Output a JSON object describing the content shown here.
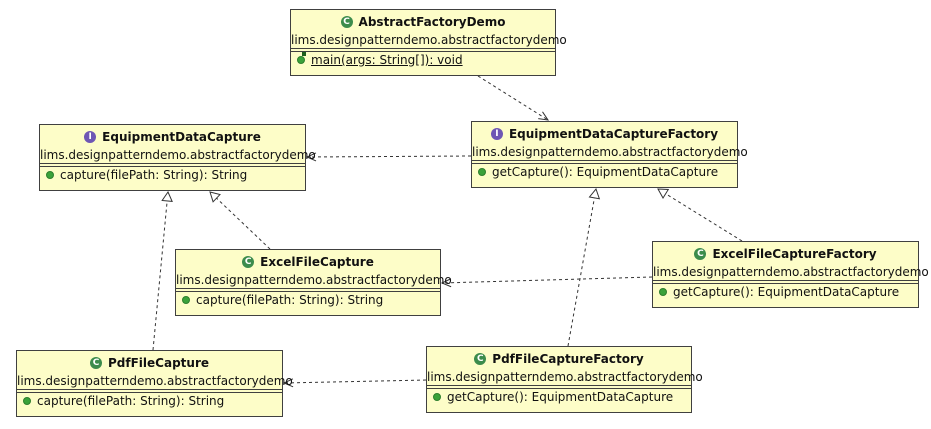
{
  "boxes": [
    {
      "id": "abstractFactoryDemo",
      "kind": "class",
      "name": "AbstractFactoryDemo",
      "package": "lims.designpatterndemo.abstractfactorydemo",
      "members": [
        {
          "text": " main(args: String[]): void",
          "static": true
        }
      ]
    },
    {
      "id": "equipmentDataCapture",
      "kind": "interface",
      "name": "EquipmentDataCapture",
      "package": "lims.designpatterndemo.abstractfactorydemo",
      "members": [
        {
          "text": "capture(filePath: String): String",
          "static": false
        }
      ]
    },
    {
      "id": "equipmentDataCaptureFactory",
      "kind": "interface",
      "name": "EquipmentDataCaptureFactory",
      "package": "lims.designpatterndemo.abstractfactorydemo",
      "members": [
        {
          "text": "getCapture(): EquipmentDataCapture",
          "static": false
        }
      ]
    },
    {
      "id": "excelFileCapture",
      "kind": "class",
      "name": "ExcelFileCapture",
      "package": "lims.designpatterndemo.abstractfactorydemo",
      "members": [
        {
          "text": "capture(filePath: String): String",
          "static": false
        }
      ]
    },
    {
      "id": "excelFileCaptureFactory",
      "kind": "class",
      "name": "ExcelFileCaptureFactory",
      "package": "lims.designpatterndemo.abstractfactorydemo",
      "members": [
        {
          "text": "getCapture(): EquipmentDataCapture",
          "static": false
        }
      ]
    },
    {
      "id": "pdfFileCapture",
      "kind": "class",
      "name": "PdfFileCapture",
      "package": "lims.designpatterndemo.abstractfactorydemo",
      "members": [
        {
          "text": "capture(filePath: String): String",
          "static": false
        }
      ]
    },
    {
      "id": "pdfFileCaptureFactory",
      "kind": "class",
      "name": "PdfFileCaptureFactory",
      "package": "lims.designpatterndemo.abstractfactorydemo",
      "members": [
        {
          "text": "getCapture(): EquipmentDataCapture",
          "static": false
        }
      ]
    }
  ],
  "edges": [
    {
      "from": "abstractFactoryDemo",
      "to": "equipmentDataCaptureFactory",
      "type": "dependency"
    },
    {
      "from": "equipmentDataCaptureFactory",
      "to": "equipmentDataCapture",
      "type": "dependency"
    },
    {
      "from": "excelFileCapture",
      "to": "equipmentDataCapture",
      "type": "realization"
    },
    {
      "from": "pdfFileCapture",
      "to": "equipmentDataCapture",
      "type": "realization"
    },
    {
      "from": "excelFileCaptureFactory",
      "to": "equipmentDataCaptureFactory",
      "type": "realization"
    },
    {
      "from": "pdfFileCaptureFactory",
      "to": "equipmentDataCaptureFactory",
      "type": "realization"
    },
    {
      "from": "excelFileCaptureFactory",
      "to": "excelFileCapture",
      "type": "dependency"
    },
    {
      "from": "pdfFileCaptureFactory",
      "to": "pdfFileCapture",
      "type": "dependency"
    }
  ],
  "colors": {
    "box_fill": "#fdfdc8",
    "border": "#404040",
    "class_icon": "#3c8c4c",
    "interface_icon": "#6e56b4",
    "method_dot": "#3aa23a"
  },
  "icons": {
    "class": "class-icon",
    "interface": "interface-icon",
    "method": "public-method-icon"
  }
}
